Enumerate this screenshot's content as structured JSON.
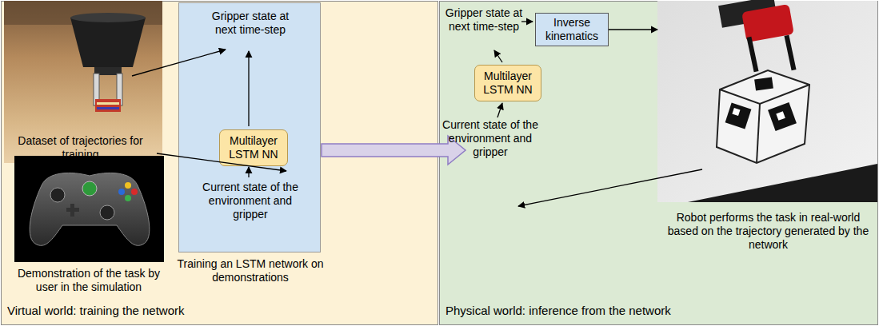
{
  "diagram": {
    "nodes": [
      {
        "text": [
          "Virtual world: training the network"
        ]
      },
      {
        "text": [
          "Gripper state at next time-step",
          "Current state of the environment and gripper",
          "Training an LSTM network on demonstrations"
        ],
        "in": 0
      },
      {
        "text": [
          "Multilayer LSTM NN"
        ],
        "in": 1
      },
      {
        "text": [
          "Physical world: inference from the network"
        ]
      },
      {
        "text": [
          "Multilayer LSTM NN"
        ],
        "in": 3
      },
      {
        "text": [
          "Inverse kinematics"
        ],
        "in": 3
      },
      {
        "text": [
          "Robot performs the task in real-world based on the trajectory generated by the network"
        ],
        "in": 3
      }
    ],
    "edges": [
      {
        "from": 5,
        "to": 6,
        "arrow": "to"
      }
    ],
    "labels": [
      "Dataset of trajectories for training",
      "Demonstration of the task by user in the simulation",
      "Gripper state at next time-step",
      "Current state of the environment and gripper"
    ]
  }
}
